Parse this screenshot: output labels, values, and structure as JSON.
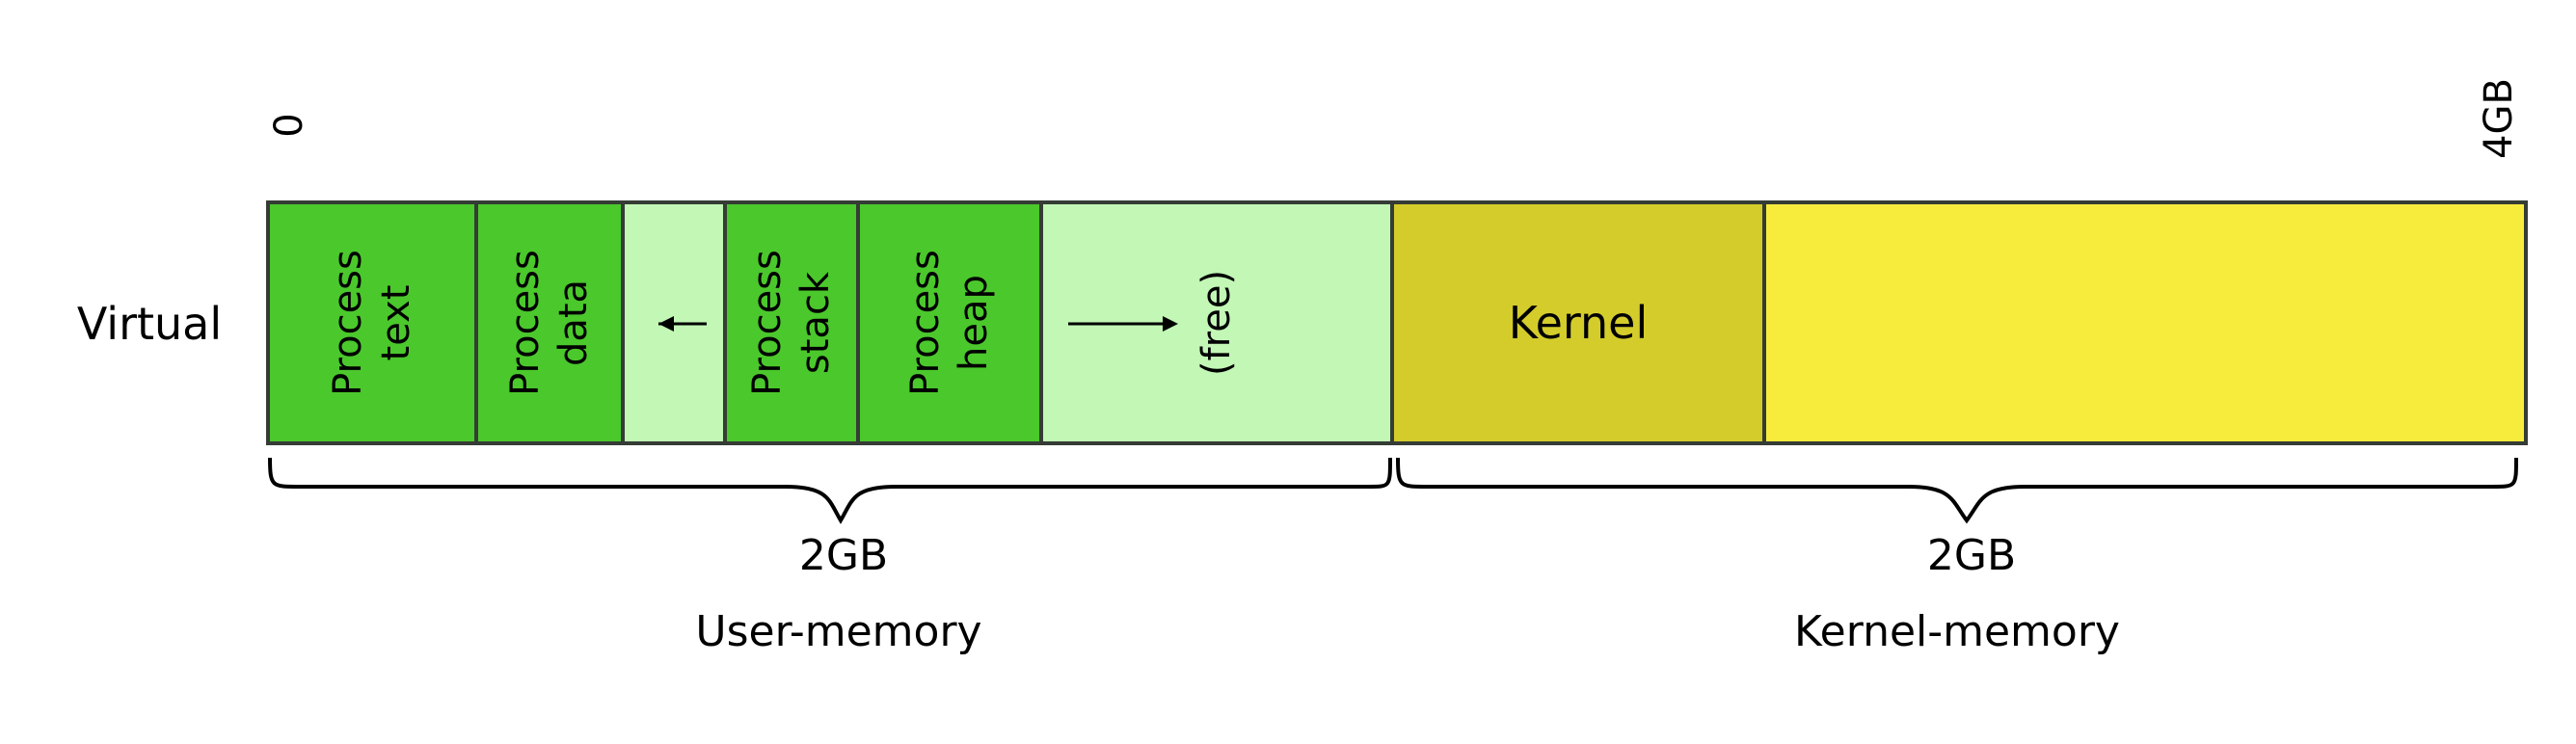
{
  "labels": {
    "start": "0",
    "end": "4GB",
    "row": "Virtual"
  },
  "segments": [
    {
      "id": "process-text",
      "lines": [
        "Process",
        "text"
      ],
      "color": "#4bc82c"
    },
    {
      "id": "process-data",
      "lines": [
        "Process",
        "data"
      ],
      "color": "#4bc82c"
    },
    {
      "id": "growth-gap",
      "lines": [],
      "color": "#c2f7b6",
      "arrow": "left"
    },
    {
      "id": "process-stack",
      "lines": [
        "Process",
        "stack"
      ],
      "color": "#4bc82c"
    },
    {
      "id": "process-heap",
      "lines": [
        "Process",
        "heap"
      ],
      "color": "#4bc82c"
    },
    {
      "id": "free",
      "lines": [
        "(free)"
      ],
      "color": "#c2f7b6",
      "arrow": "right"
    },
    {
      "id": "kernel",
      "lines": [
        "Kernel"
      ],
      "color": "#d4cc2b",
      "horizontal": true
    },
    {
      "id": "kernel-rest",
      "lines": [],
      "color": "#f7ec3c"
    }
  ],
  "braces": [
    {
      "id": "user",
      "size": "2GB",
      "name": "User-memory"
    },
    {
      "id": "kernel",
      "size": "2GB",
      "name": "Kernel-memory"
    }
  ],
  "colors": {
    "border": "#353c35",
    "brace": "#000000"
  }
}
